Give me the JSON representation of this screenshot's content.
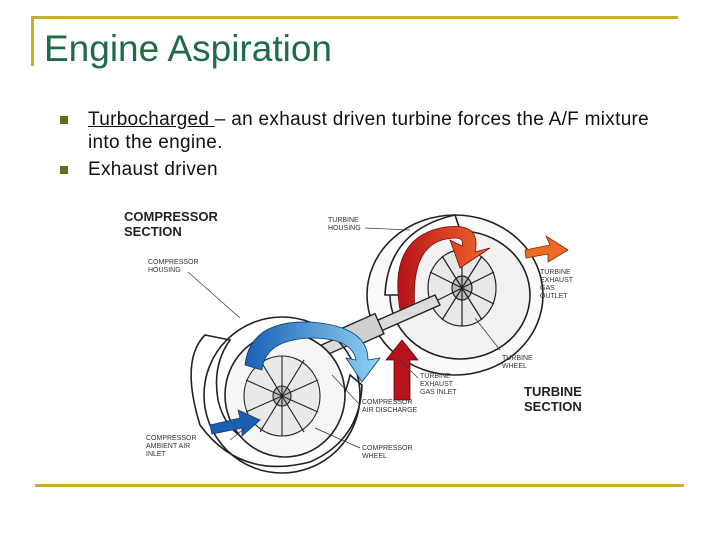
{
  "slide": {
    "title": "Engine Aspiration",
    "bullets": [
      {
        "term": "Turbocharged ",
        "rest": "– an exhaust driven turbine forces the A/F mixture into the engine."
      },
      {
        "term": "",
        "rest": "Exhaust driven"
      }
    ]
  },
  "diagram": {
    "compressor_section": [
      "COMPRESSOR",
      "SECTION"
    ],
    "turbine_section": [
      "TURBINE",
      "SECTION"
    ],
    "compressor_housing": [
      "COMPRESSOR",
      "HOUSING"
    ],
    "turbine_housing": [
      "TURBINE",
      "HOUSING"
    ],
    "turbine_exhaust_gas_outlet": [
      "TURBINE",
      "EXHAUST",
      "GAS",
      "OUTLET"
    ],
    "turbine_wheel": [
      "TURBINE",
      "WHEEL"
    ],
    "turbine_exhaust_gas_inlet": [
      "TURBINE",
      "EXHAUST",
      "GAS INLET"
    ],
    "compressor_air_discharge": [
      "COMPRESSOR",
      "AIR DISCHARGE"
    ],
    "compressor_ambient_air_inlet": [
      "COMPRESSOR",
      "AMBIENT AIR",
      "INLET"
    ],
    "compressor_wheel": [
      "COMPRESSOR",
      "WHEEL"
    ]
  },
  "colors": {
    "title": "#1f6b45",
    "frame": "#c7b02b",
    "bullet": "#6b6b1e",
    "hot_flow": "#d9311f",
    "cold_flow": "#2a8fd6"
  }
}
